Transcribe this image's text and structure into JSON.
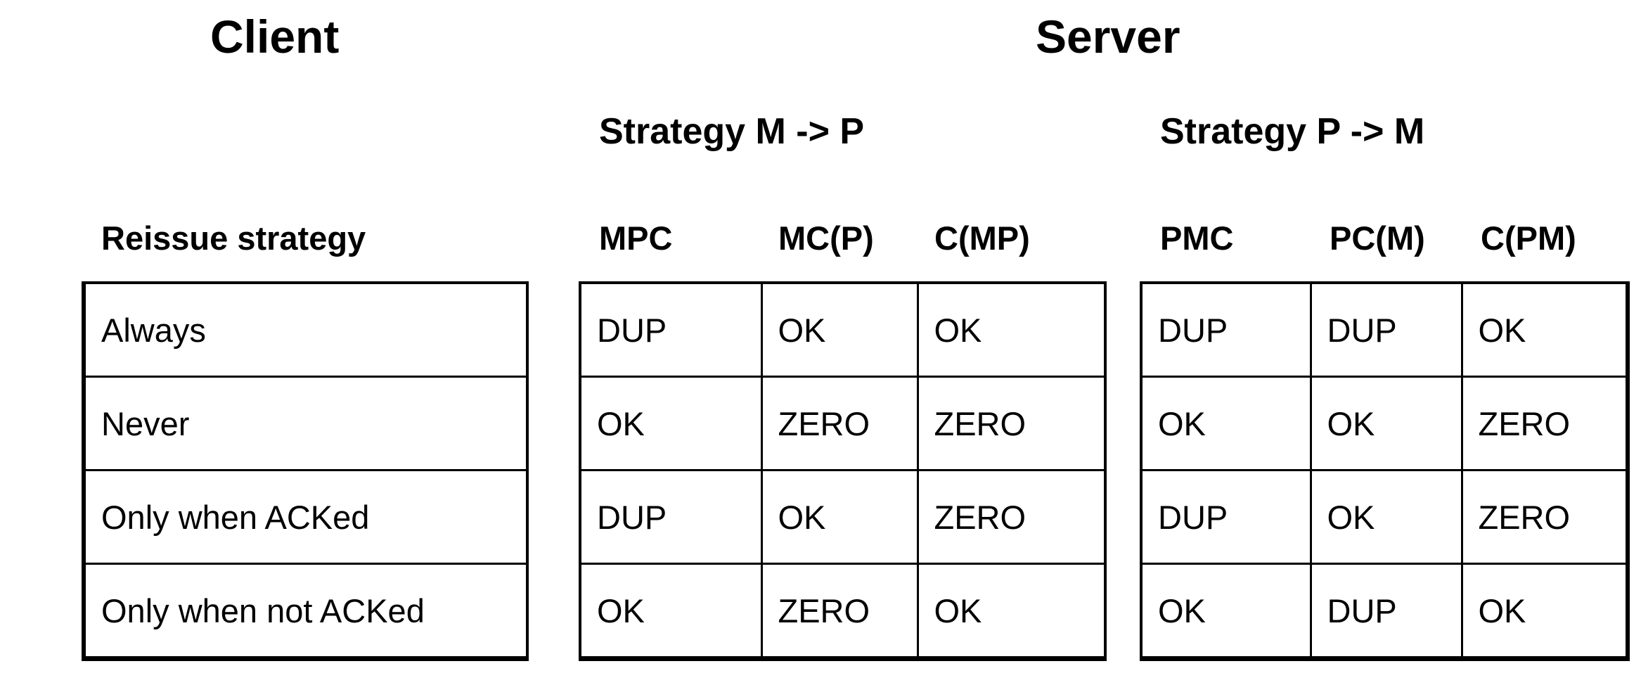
{
  "client": {
    "heading": "Client",
    "column_header": "Reissue strategy",
    "rows": [
      "Always",
      "Never",
      "Only when ACKed",
      "Only when not ACKed"
    ]
  },
  "server": {
    "heading": "Server",
    "groups": [
      {
        "title": "Strategy M -> P",
        "columns": [
          "MPC",
          "MC(P)",
          "C(MP)"
        ],
        "rows": [
          [
            "DUP",
            "OK",
            "OK"
          ],
          [
            "OK",
            "ZERO",
            "ZERO"
          ],
          [
            "DUP",
            "OK",
            "ZERO"
          ],
          [
            "OK",
            "ZERO",
            "OK"
          ]
        ]
      },
      {
        "title": "Strategy P -> M",
        "columns": [
          "PMC",
          "PC(M)",
          "C(PM)"
        ],
        "rows": [
          [
            "DUP",
            "DUP",
            "OK"
          ],
          [
            "OK",
            "OK",
            "ZERO"
          ],
          [
            "DUP",
            "OK",
            "ZERO"
          ],
          [
            "OK",
            "DUP",
            "OK"
          ]
        ]
      }
    ]
  }
}
